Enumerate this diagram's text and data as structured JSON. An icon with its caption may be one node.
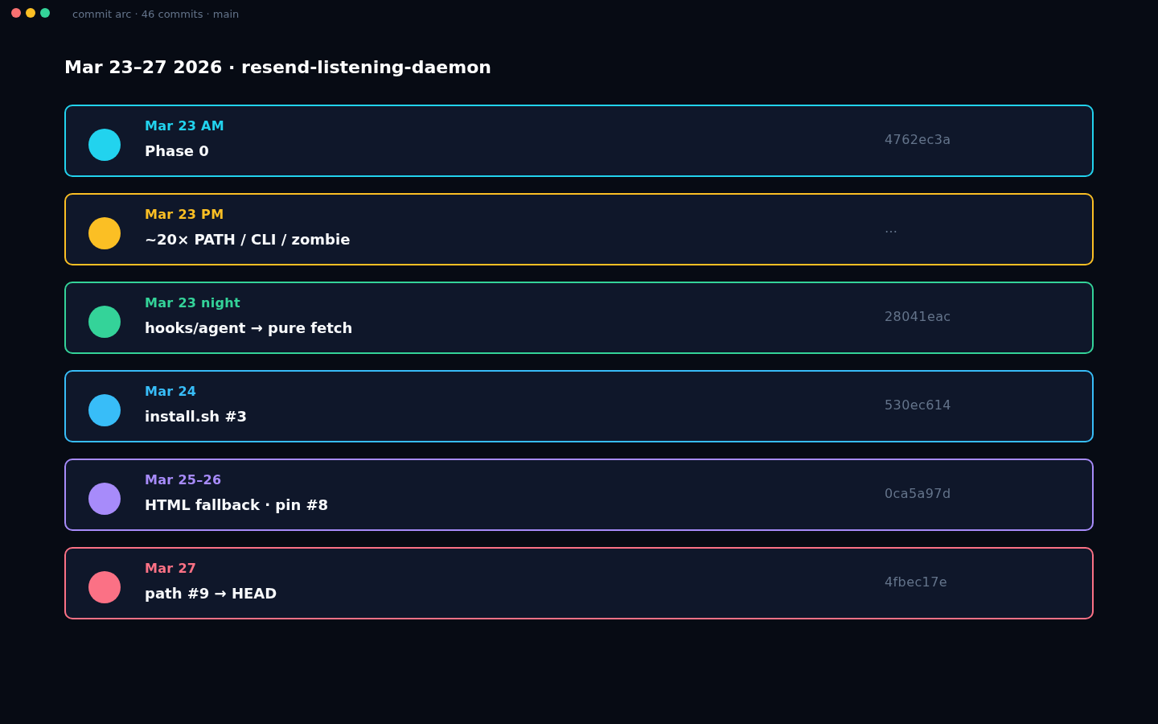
{
  "diagram": {
    "title": "Mar 23–27 2026 · resend-listening-daemon",
    "nodes": [
      {
        "text": [
          "Mar 23 AM",
          "Phase 0",
          "4762ec3a"
        ]
      },
      {
        "text": [
          "Mar 23 PM",
          "~20× PATH / CLI / zombie",
          "…"
        ]
      },
      {
        "text": [
          "Mar 23 night",
          "hooks/agent → pure fetch",
          "28041eac"
        ]
      },
      {
        "text": [
          "Mar 24",
          "install.sh #3",
          "530ec614"
        ]
      },
      {
        "text": [
          "Mar 25–26",
          "HTML fallback · pin #8",
          "0ca5a97d"
        ]
      },
      {
        "text": [
          "Mar 27",
          "path #9 → HEAD",
          "4fbec17e"
        ]
      }
    ],
    "labels": [
      "commit arc · 46 commits · main"
    ]
  }
}
